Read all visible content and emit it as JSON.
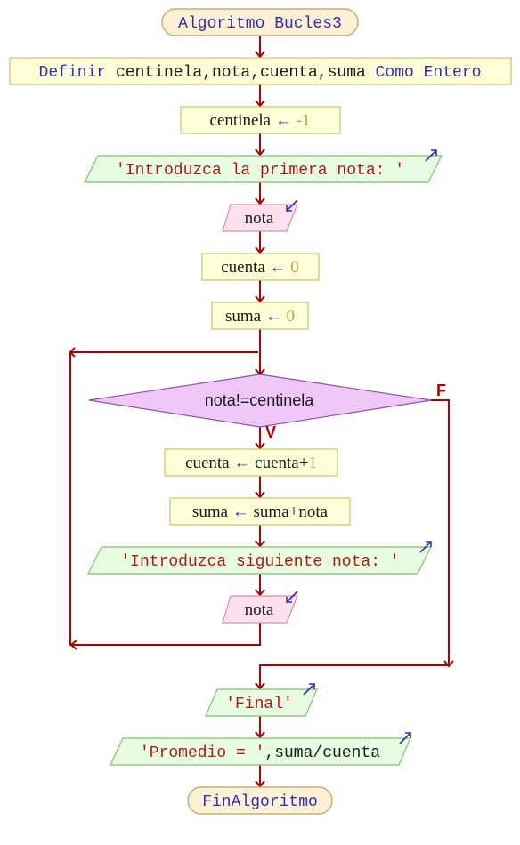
{
  "colors": {
    "flow": "#b00000",
    "keyword": "#2f2fb0",
    "string": "#b01818",
    "number": "#b8a050",
    "text": "#1a1a1a",
    "terminal_fill": "#fdf0d5",
    "terminal_stroke": "#c0a060",
    "process_fill": "#ffffd8",
    "process_stroke": "#c8c070",
    "output_fill": "#e6fbe0",
    "output_stroke": "#80c070",
    "input_fill": "#ffe0ee",
    "input_stroke": "#d090b0",
    "decision_fill": "#f0c8f8",
    "decision_stroke": "#9050b0"
  },
  "nodes": {
    "start": {
      "label": "Algoritmo Bucles3"
    },
    "define": {
      "keyword1": "Definir",
      "vars": " centinela,nota,cuenta,suma ",
      "keyword2": "Como Entero"
    },
    "assign_centinela": {
      "var": "centinela",
      "arrow": " ← ",
      "value": "-1"
    },
    "write_first": {
      "text": "'Introduzca la primera nota: '"
    },
    "read_nota_1": {
      "text": "nota"
    },
    "assign_cuenta": {
      "var": "cuenta",
      "arrow": " ← ",
      "value": "0"
    },
    "assign_suma": {
      "var": "suma",
      "arrow": " ← ",
      "value": "0"
    },
    "loop_condition": {
      "text": "nota!=centinela",
      "true_label": "V",
      "false_label": "F"
    },
    "inc_cuenta": {
      "var": "cuenta",
      "arrow": " ← ",
      "expr": "cuenta+",
      "value": "1"
    },
    "add_suma": {
      "var": "suma",
      "arrow": " ← ",
      "expr": "suma+nota"
    },
    "write_next": {
      "text": "'Introduzca siguiente nota: '"
    },
    "read_nota_2": {
      "text": "nota"
    },
    "write_final": {
      "text": "'Final'"
    },
    "write_promedio": {
      "string": "'Promedio = '",
      "rest": ",suma/cuenta"
    },
    "end": {
      "label": "FinAlgoritmo"
    }
  },
  "io_icons": {
    "output": "write-arrow-icon",
    "input": "read-arrow-icon"
  }
}
